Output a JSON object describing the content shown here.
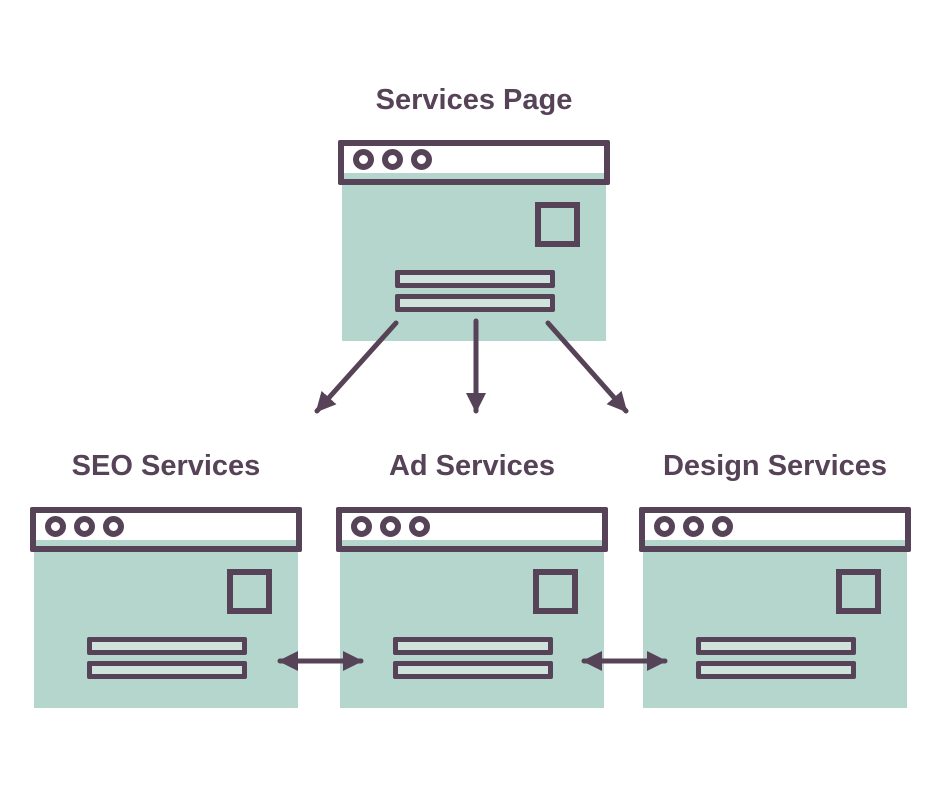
{
  "colors": {
    "purple": "#574357",
    "teal": "#b5d6cc",
    "teal-light": "#cfe2db",
    "white": "#ffffff",
    "page-bg": "#ffffff"
  },
  "nodes": {
    "root": {
      "label": "Services Page"
    },
    "children": [
      {
        "label": "SEO Services"
      },
      {
        "label": "Ad Services"
      },
      {
        "label": "Design Services"
      }
    ]
  },
  "connections": {
    "down_arrows": [
      "Services Page -> SEO Services",
      "Services Page -> Ad Services",
      "Services Page -> Design Services"
    ],
    "cross_arrows": [
      "SEO Services <-> Ad Services",
      "Ad Services <-> Design Services"
    ]
  },
  "icons": {
    "window_dots": "three window control circles",
    "content_square": "square content placeholder",
    "text_bars": "two text line placeholders"
  }
}
